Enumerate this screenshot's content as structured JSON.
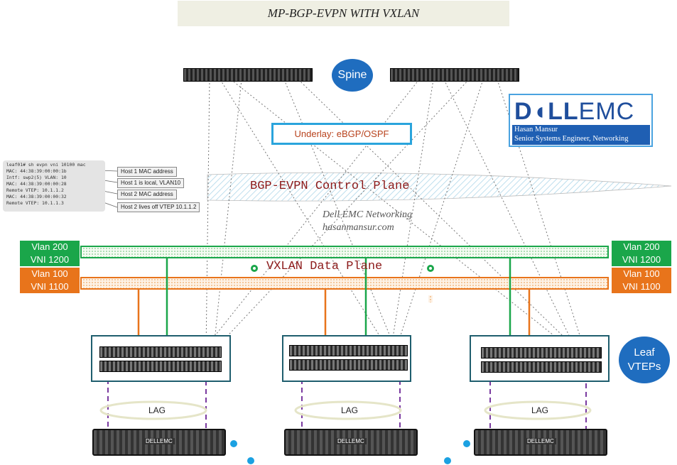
{
  "title": "MP-BGP-EVPN WITH VXLAN",
  "spine_label": "Spine",
  "leaf_label_line1": "Leaf",
  "leaf_label_line2": "VTEPs",
  "underlay_label": "Underlay: eBGP/OSPF",
  "control_plane_label": "BGP-EVPN Control Plane",
  "data_plane_label": "VXLAN Data Plane",
  "watermark": {
    "line1": "Dell EMC Networking",
    "line2": "hasanmansur.com"
  },
  "dell_card": {
    "logo_dell": "D◖LL",
    "logo_emc": "EMC",
    "name": "Hasan Mansur",
    "role": "Senior Systems Engineer, Networking"
  },
  "cli_output": "leaf01# sh evpn vni 10100 mac\nMAC: 44:38:39:00:00:1b\nIntf: swp2(5) VLAN: 10\nMAC: 44:38:39:00:00:28\nRemote VTEP: 10.1.1.2\nMAC: 44:38:39:00:00:32\nRemote VTEP: 10.1.1.3",
  "callouts": [
    "Host 1 MAC address",
    "Host 1 is local, VLAN10",
    "Host 2 MAC address",
    "Host 2 lives off VTEP 10.1.1.2"
  ],
  "vlans": {
    "green": {
      "vlan": "Vlan 200",
      "vni": "VNI 1200",
      "color": "#1aa64a"
    },
    "orange": {
      "vlan": "Vlan 100",
      "vni": "VNI 1100",
      "color": "#e8741b"
    }
  },
  "lag_label": "LAG",
  "server_brand": "DELLEMC",
  "colors": {
    "spine_blue": "#1f6dbf",
    "underlay_border": "#2aa4dc",
    "leaf_border": "#1f5e6e",
    "lag_purple": "#7a3aa0"
  }
}
